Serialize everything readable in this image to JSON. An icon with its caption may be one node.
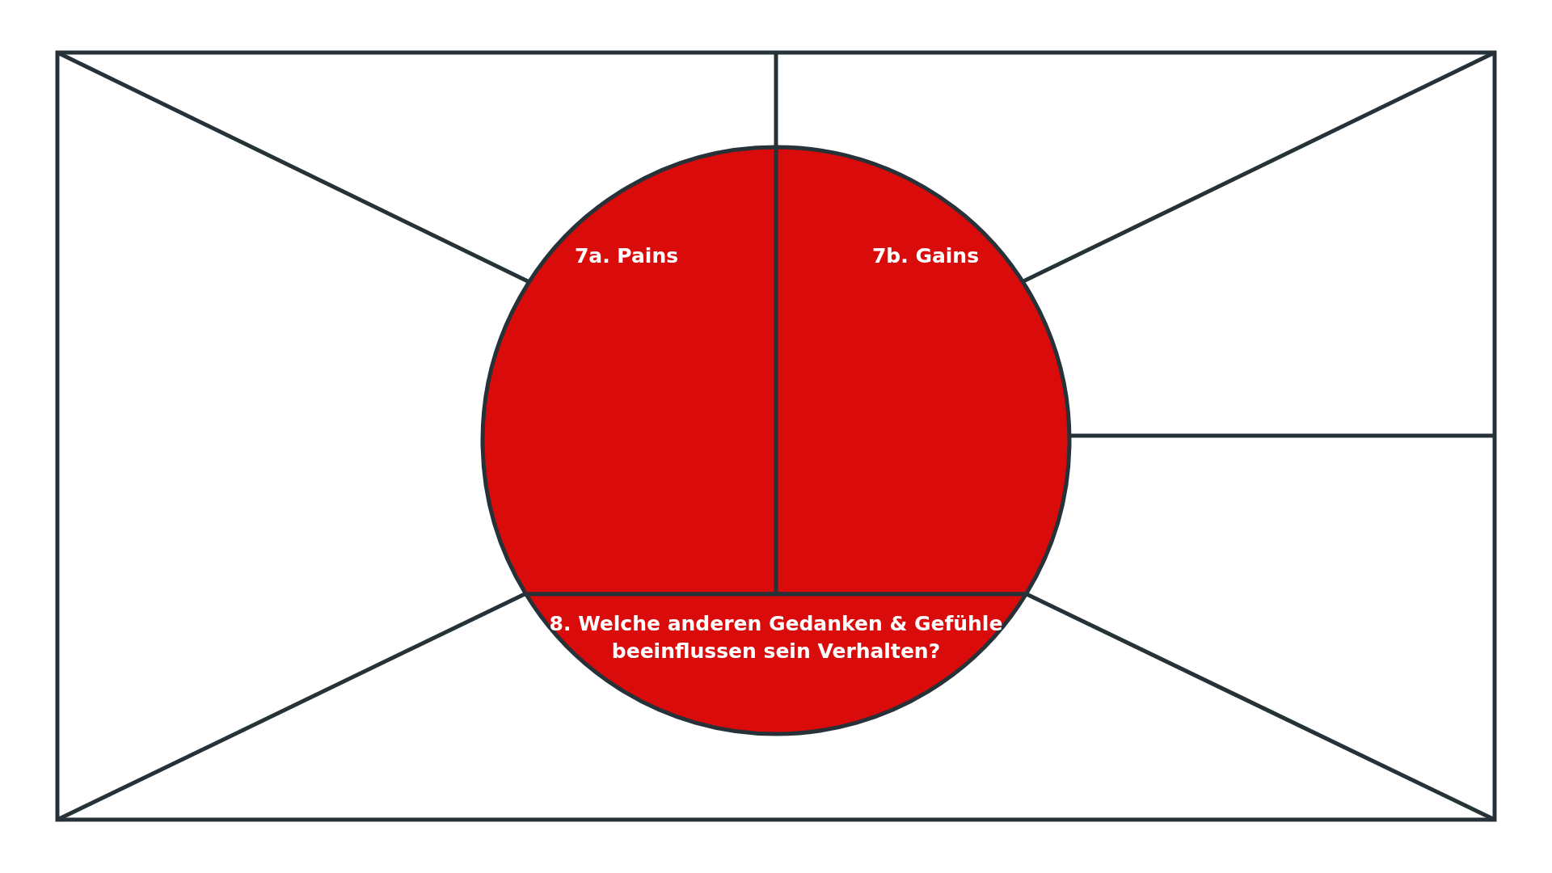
{
  "diagram": {
    "nodes": [
      {
        "text": [
          "7a. Pains"
        ]
      },
      {
        "text": [
          "7b. Gains"
        ]
      },
      {
        "text": [
          "8. Welche anderen Gedanken & Gefühle beeinflussen sein Verhalten?"
        ]
      }
    ]
  }
}
